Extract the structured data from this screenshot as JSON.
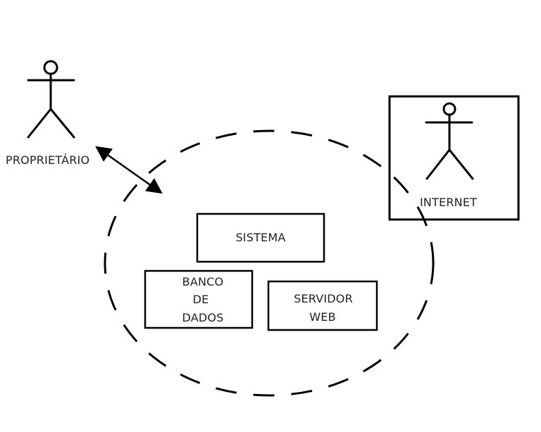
{
  "actors": {
    "owner": {
      "label": "PROPRIETÁRIO"
    },
    "internet": {
      "label": "INTERNET"
    }
  },
  "boxes": {
    "sistema": {
      "label": "SISTEMA"
    },
    "banco": {
      "lines": [
        "BANCO",
        "DE",
        "DADOS"
      ]
    },
    "servidor": {
      "lines": [
        "SERVIDOR",
        "WEB"
      ]
    }
  },
  "colors": {
    "stroke": "#000000",
    "text": "#222222",
    "background": "#ffffff"
  }
}
